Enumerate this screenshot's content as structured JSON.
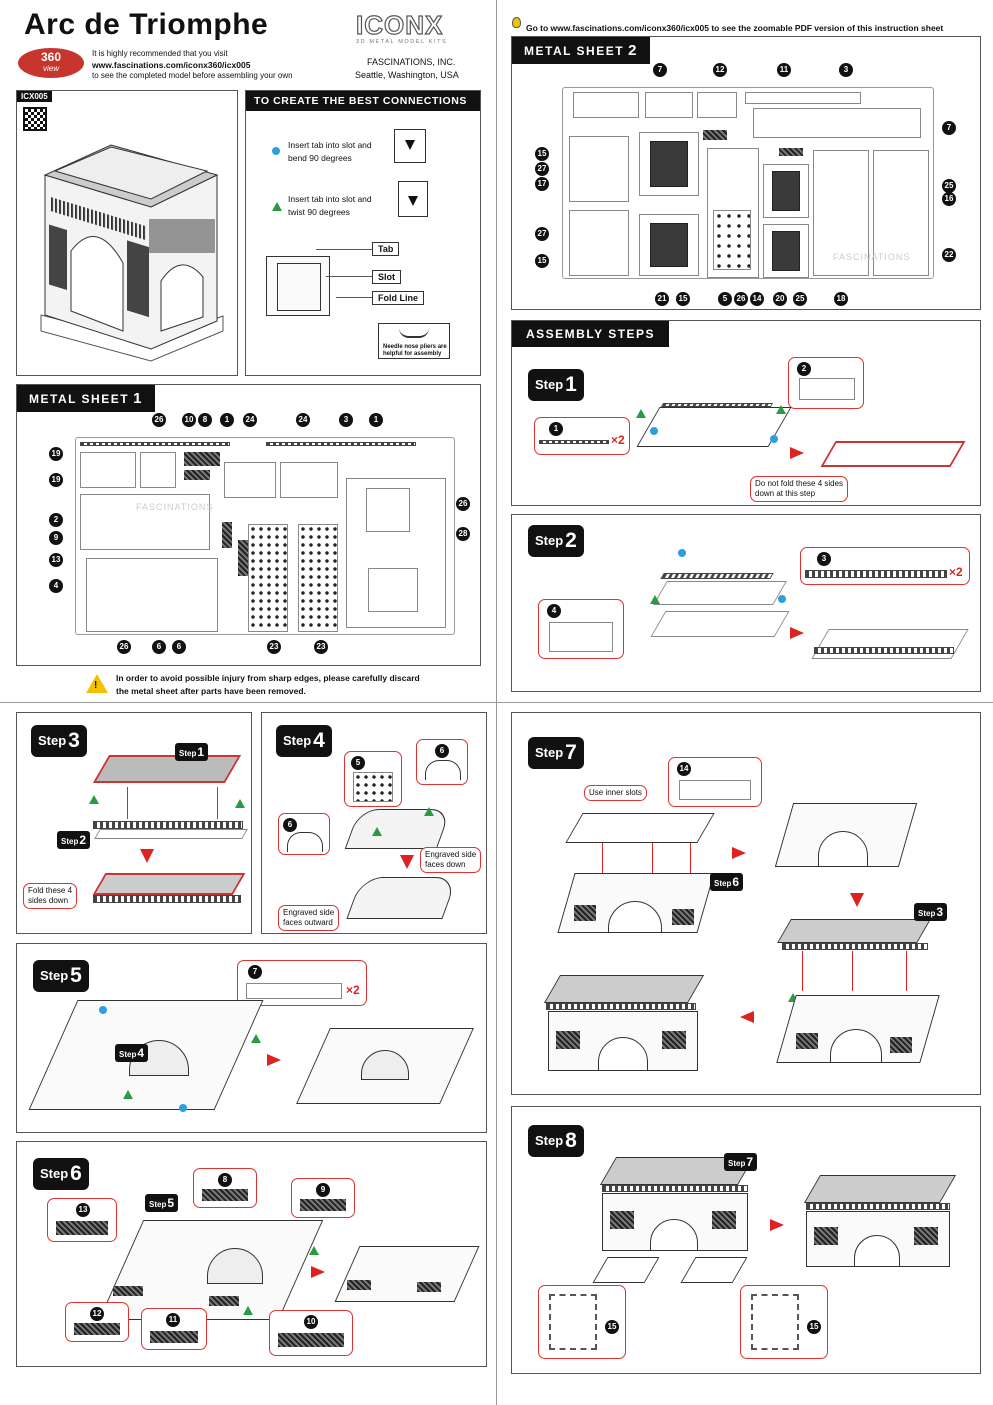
{
  "header": {
    "title": "Arc de Triomphe",
    "brand": "ICONX",
    "brand_sub": "3D METAL MODEL KITS",
    "badge_top": "360",
    "badge_bottom": "view",
    "intro_line1": "It is highly recommended that you visit",
    "intro_url": "www.fascinations.com/iconx360/icx005",
    "intro_line3": "to see the completed model before assembling your own",
    "company": "FASCINATIONS,  INC.",
    "location": "Seattle,  Washington, USA",
    "model_code": "ICX005"
  },
  "top_note": "Go to www.fascinations.com/iconx360/icx005 to see the zoomable PDF version of this instruction sheet",
  "connections": {
    "title": "TO CREATE THE BEST CONNECTIONS",
    "item1_line1": "Insert tab into slot and",
    "item1_line2": "bend 90 degrees",
    "item2_line1": "Insert tab into slot and",
    "item2_line2": "twist 90  degrees",
    "tab": "Tab",
    "slot": "Slot",
    "fold_line": "Fold Line",
    "pliers_line1": "Needle  nose  pliers are",
    "pliers_line2": "helpful for assembly"
  },
  "sheet1": {
    "title": "METAL SHEET",
    "num": "1",
    "top_labels": [
      "26",
      "10",
      "8",
      "1",
      "24",
      "24",
      "3",
      "1"
    ],
    "left_labels": [
      "19",
      "19",
      "2",
      "9",
      "13",
      "4"
    ],
    "right_labels": [
      "26",
      "28"
    ],
    "bottom_labels": [
      "26",
      "6",
      "6",
      "23",
      "23"
    ],
    "watermark": "FASCINATIONS"
  },
  "warning": {
    "line1": "In order to avoid possible injury from sharp edges, please carefully discard",
    "line2": "the metal sheet after parts have been removed."
  },
  "sheet2": {
    "title": "METAL SHEET",
    "num": "2",
    "top_labels": [
      "7",
      "12",
      "11",
      "3"
    ],
    "left_labels": [
      "15",
      "27",
      "17",
      "27",
      "15"
    ],
    "right_labels": [
      "7",
      "25",
      "16",
      "22"
    ],
    "bottom_labels": [
      "21",
      "15",
      "5",
      "26",
      "14",
      "20",
      "25",
      "18"
    ],
    "watermark": "FASCINATIONS"
  },
  "assembly": {
    "title": "ASSEMBLY STEPS"
  },
  "steps": {
    "word": "Step",
    "s1": {
      "num": "1",
      "part_a": "1",
      "part_b": "2",
      "qty": "×2",
      "note_line1": "Do not fold these 4 sides",
      "note_line2": "down at this step"
    },
    "s2": {
      "num": "2",
      "part_a": "3",
      "part_b": "4",
      "qty": "×2"
    },
    "s3": {
      "num": "3",
      "ref_top": "1",
      "ref_bottom": "2",
      "note_line1": "Fold these 4",
      "note_line2": "sides down"
    },
    "s4": {
      "num": "4",
      "part_a": "5",
      "part_b": "6",
      "part_c": "6",
      "note1_line1": "Engraved side",
      "note1_line2": "faces down",
      "note2_line1": "Engraved side",
      "note2_line2": "faces outward"
    },
    "s5": {
      "num": "5",
      "part_a": "7",
      "qty": "×2",
      "ref": "4"
    },
    "s6": {
      "num": "6",
      "ref": "5",
      "parts": [
        "13",
        "8",
        "9",
        "12",
        "11",
        "10"
      ]
    },
    "s7": {
      "num": "7",
      "part_a": "14",
      "note": "Use inner slots",
      "ref_a": "6",
      "ref_b": "3"
    },
    "s8": {
      "num": "8",
      "ref": "7",
      "part_a": "15",
      "part_b": "15"
    }
  }
}
